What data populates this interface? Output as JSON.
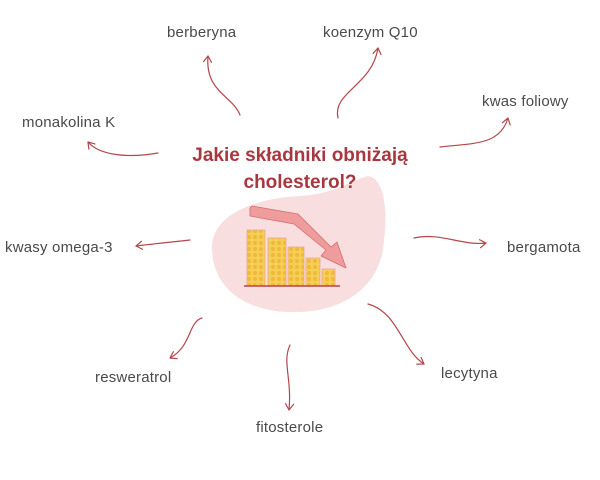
{
  "title": {
    "line1": "Jakie składniki obniżają",
    "line2": "cholesterol?"
  },
  "nodes": {
    "berberyna": "berberyna",
    "koenzym": "koenzym Q10",
    "monakolina": "monakolina K",
    "kwas_foliowy": "kwas foliowy",
    "omega": "kwasy omega-3",
    "bergamota": "bergamota",
    "resweratrol": "resweratrol",
    "lecytyna": "lecytyna",
    "fitosterole": "fitosterole"
  },
  "colors": {
    "title": "#a8383f",
    "arrow": "#b5464c",
    "blob": "#f8dede",
    "bars": "#f2c548",
    "chart_arrow": "#ef9c9c"
  },
  "icons": {
    "center": "declining-bar-chart-icon"
  }
}
